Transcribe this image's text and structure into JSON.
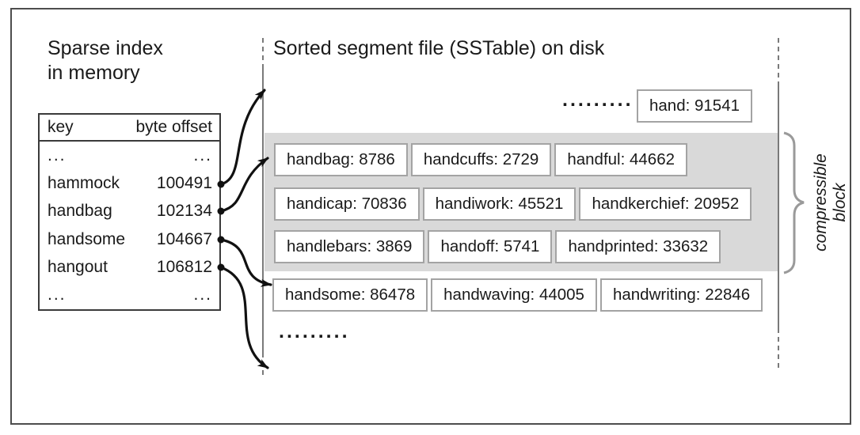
{
  "memory": {
    "title_line1": "Sparse index",
    "title_line2": "in memory",
    "table": {
      "col_key": "key",
      "col_offset": "byte offset",
      "rows": [
        {
          "key": "...",
          "offset": "..."
        },
        {
          "key": "hammock",
          "offset": "100491"
        },
        {
          "key": "handbag",
          "offset": "102134"
        },
        {
          "key": "handsome",
          "offset": "104667"
        },
        {
          "key": "hangout",
          "offset": "106812"
        },
        {
          "key": "...",
          "offset": "..."
        }
      ]
    }
  },
  "disk": {
    "title": "Sorted segment file (SSTable) on disk",
    "top_dots": ".........",
    "top_entry": "hand: 91541",
    "block_rows": [
      {
        "cells": [
          "handbag: 8786",
          "handcuffs: 2729",
          "handful: 44662"
        ]
      },
      {
        "cells": [
          "handicap: 70836",
          "handiwork: 45521",
          "handkerchief: 20952"
        ]
      },
      {
        "cells": [
          "handlebars: 3869",
          "handoff: 5741",
          "handprinted: 33632"
        ]
      }
    ],
    "after_block_row": {
      "cells": [
        "handsome: 86478",
        "handwaving: 44005",
        "handwriting: 22846"
      ]
    },
    "bottom_dots": ".........",
    "brace_label": "compressible block"
  },
  "colors": {
    "text": "#1a1a1a",
    "frame_border": "#4d4d4d",
    "table_border": "#3a3a3a",
    "entry_border": "#a3a3a3",
    "block_fill": "#d9d9d9",
    "boundary_line": "#7a7a7a",
    "brace": "#9a9a9a",
    "arrow": "#111111"
  }
}
